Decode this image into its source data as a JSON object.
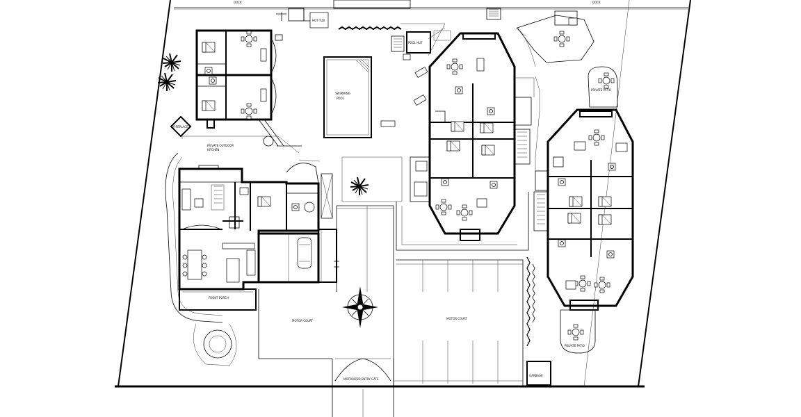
{
  "labels": {
    "dock_left": "DOCK",
    "dock_right": "DOCK",
    "hot_tub": "HOT TUB",
    "pool_hut": "POOL HUT",
    "swimming_pool": "SWIMMING",
    "swimming_pool_2": "POOL",
    "private_patio_top": "PRIVATE PATIO",
    "private_patio_bottom": "PRIVATE PATIO",
    "firepit": "FIREPLACE",
    "outdoor_kitchen": "PRIVATE OUTDOOR",
    "outdoor_kitchen_2": "KITCHEN",
    "motor_court_left": "MOTOR COURT",
    "motor_court_right": "MOTOR COURT",
    "entry_gate": "MOTORIZED ENTRY GATE",
    "garbage": "GARBAGE",
    "front_porch": "FRONT PORCH"
  }
}
